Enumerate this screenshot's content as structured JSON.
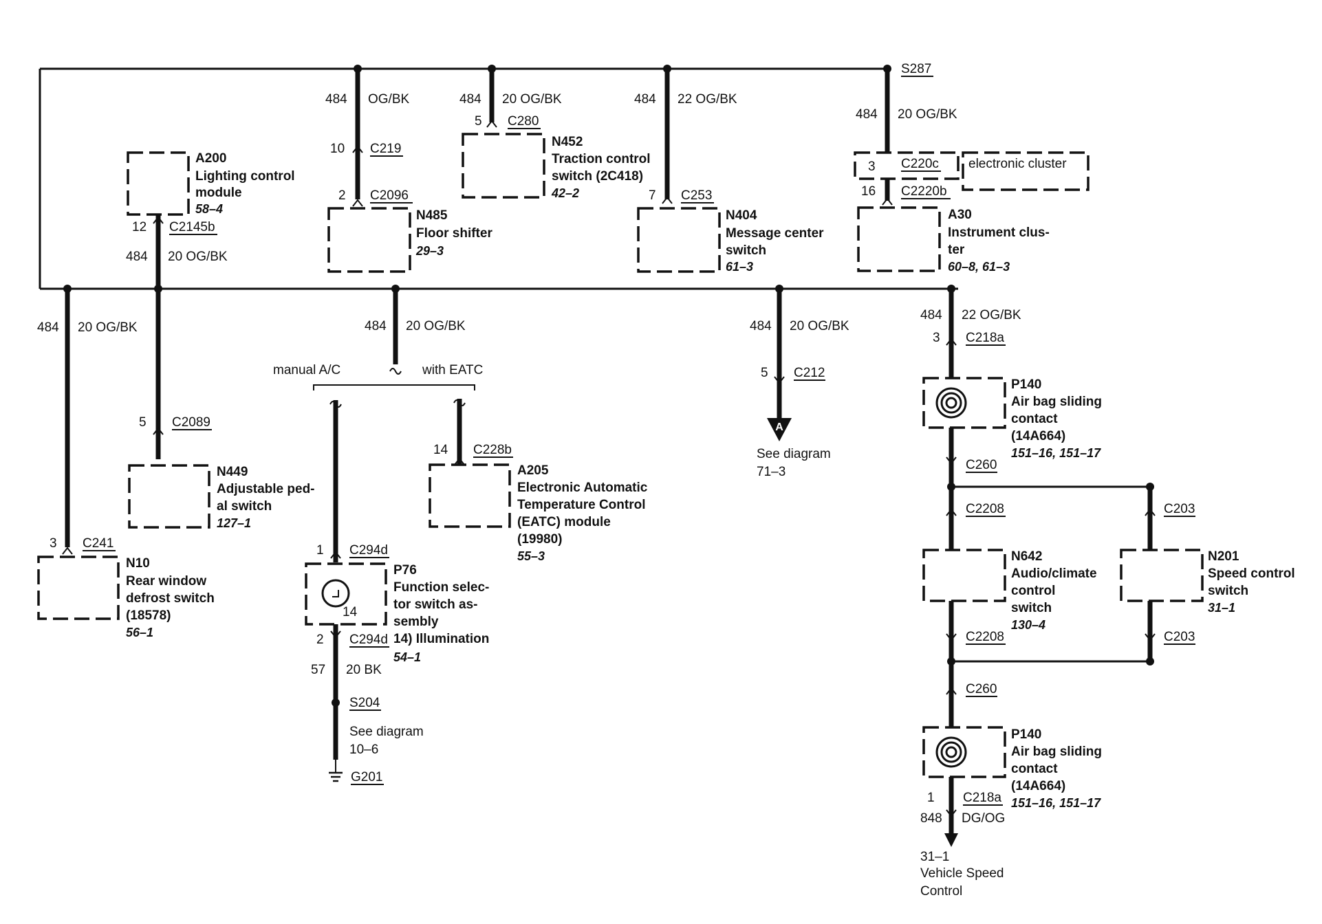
{
  "splice_top": "S287",
  "s204": "S204",
  "g201": "G201",
  "wires": {
    "w_c219_circ": "484",
    "w_c219_col": "OG/BK",
    "w_c280_circ": "484",
    "w_c280_col": "20 OG/BK",
    "w_c253_circ": "484",
    "w_c253_col": "22 OG/BK",
    "w_s287_circ": "484",
    "w_s287_col": "20 OG/BK",
    "w_a200_circ": "484",
    "w_a200_col": "20 OG/BK",
    "w_n10_circ": "484",
    "w_n10_col": "20 OG/BK",
    "w_mid_circ": "484",
    "w_mid_col": "20 OG/BK",
    "w_c212_circ": "484",
    "w_c212_col": "20 OG/BK",
    "w_c218a_circ": "484",
    "w_c218a_col": "22 OG/BK",
    "w_gnd_circ": "57",
    "w_gnd_col": "20 BK",
    "w_out_circ": "848",
    "w_out_col": "DG/OG"
  },
  "connectors": {
    "c219": "C219",
    "c219_pin": "10",
    "c2096": "C2096",
    "c2096_pin": "2",
    "c280": "C280",
    "c280_pin": "5",
    "c253": "C253",
    "c253_pin": "7",
    "c220c": "C220c",
    "c220c_pin": "3",
    "c2220b": "C2220b",
    "c2220b_pin": "16",
    "c2145b": "C2145b",
    "c2145b_pin": "12",
    "c2089": "C2089",
    "c2089_pin": "5",
    "c241": "C241",
    "c241_pin": "3",
    "c228b": "C228b",
    "c228b_pin": "14",
    "c294d_top": "C294d",
    "c294d_top_pin": "1",
    "c294d_bot": "C294d",
    "c294d_bot_pin": "2",
    "c212": "C212",
    "c212_pin": "5",
    "c218a_top": "C218a",
    "c218a_top_pin": "3",
    "c260_top": "C260",
    "c2208_top": "C2208",
    "c203_top": "C203",
    "c2208_bot": "C2208",
    "c203_bot": "C203",
    "c260_bot": "C260",
    "c218a_bot": "C218a",
    "c218a_bot_pin": "1"
  },
  "branch": {
    "left": "manual A/C",
    "right": "with EATC"
  },
  "arrow_letter": "A",
  "see_diagram_a": {
    "text": "See diagram",
    "ref": "71–3"
  },
  "see_diagram_gnd": {
    "text": "See diagram",
    "ref": "10–6"
  },
  "output_ref": {
    "ref": "31–1",
    "line1": "Vehicle Speed",
    "line2": "Control"
  },
  "components": {
    "a200": {
      "id": "A200",
      "l1": "Lighting control",
      "l2": "module",
      "ref": "58–4"
    },
    "n485": {
      "id": "N485",
      "l1": "Floor shifter",
      "ref": "29–3"
    },
    "n452": {
      "id": "N452",
      "l1": "Traction control",
      "l2": "switch (2C418)",
      "ref": "42–2"
    },
    "n404": {
      "id": "N404",
      "l1": "Message center",
      "l2": "switch",
      "ref": "61–3"
    },
    "ecluster": {
      "l1": "electronic cluster"
    },
    "a30": {
      "id": "A30",
      "l1": "Instrument clus-",
      "l2": "ter",
      "ref": "60–8, 61–3"
    },
    "n449": {
      "id": "N449",
      "l1": "Adjustable ped-",
      "l2": "al switch",
      "ref": "127–1"
    },
    "n10": {
      "id": "N10",
      "l1": "Rear window",
      "l2": "defrost switch",
      "l3": "(18578)",
      "ref": "56–1"
    },
    "a205": {
      "id": "A205",
      "l1": "Electronic Automatic",
      "l2": "Temperature Control",
      "l3": "(EATC) module",
      "l4": "(19980)",
      "ref": "55–3"
    },
    "p76": {
      "id": "P76",
      "l1": "Function selec-",
      "l2": "tor switch as-",
      "l3": "sembly",
      "l4": "14) Illumination",
      "ref": "54–1",
      "pin": "14"
    },
    "p140_top": {
      "id": "P140",
      "l1": "Air bag sliding",
      "l2": "contact",
      "l3": "(14A664)",
      "ref": "151–16, 151–17"
    },
    "n642": {
      "id": "N642",
      "l1": "Audio/climate",
      "l2": "control",
      "l3": "switch",
      "ref": "130–4"
    },
    "n201": {
      "id": "N201",
      "l1": "Speed control",
      "l2": "switch",
      "ref": "31–1"
    },
    "p140_bot": {
      "id": "P140",
      "l1": "Air bag sliding",
      "l2": "contact",
      "l3": "(14A664)",
      "ref": "151–16, 151–17"
    }
  }
}
